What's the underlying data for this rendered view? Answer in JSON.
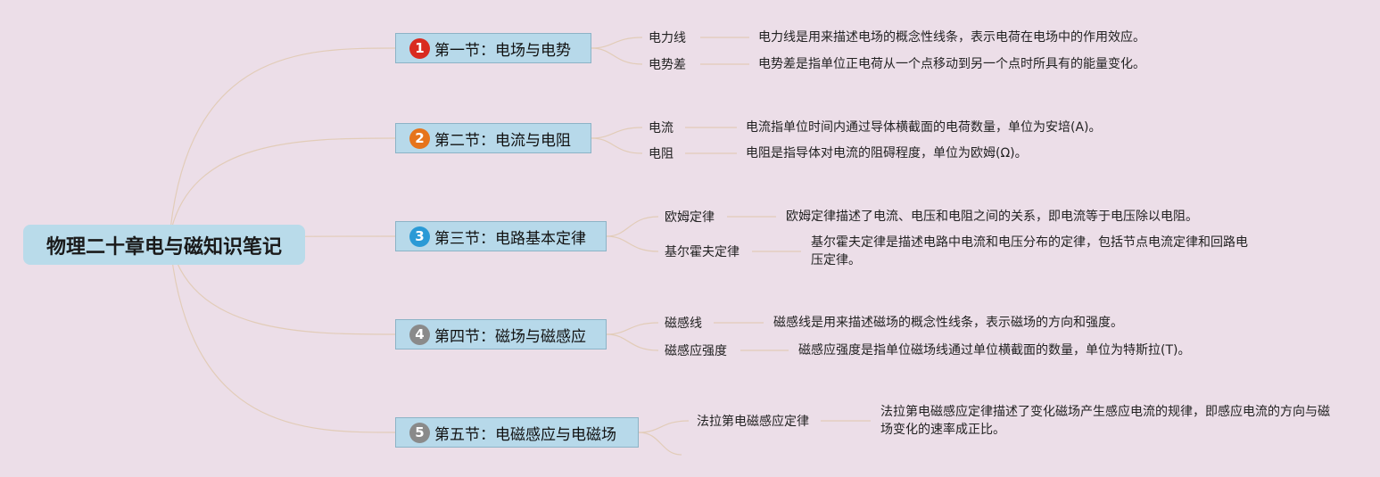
{
  "title": "物理二十章电与磁知识笔记",
  "colors": {
    "background": "#ecdee8",
    "root_fill": "#b9dbea",
    "section_fill": "#b7d9ea",
    "connector": "#e2ccb8"
  },
  "sections": [
    {
      "number": "1",
      "badge_color": "#d92b20",
      "label": "第一节：电场与电势",
      "items": [
        {
          "term": "电力线",
          "desc": "电力线是用来描述电场的概念性线条，表示电荷在电场中的作用效应。"
        },
        {
          "term": "电势差",
          "desc": "电势差是指单位正电荷从一个点移动到另一个点时所具有的能量变化。"
        }
      ]
    },
    {
      "number": "2",
      "badge_color": "#e6741c",
      "label": "第二节：电流与电阻",
      "items": [
        {
          "term": "电流",
          "desc": "电流指单位时间内通过导体横截面的电荷数量，单位为安培(A)。"
        },
        {
          "term": "电阻",
          "desc": "电阻是指导体对电流的阻碍程度，单位为欧姆(Ω)。"
        }
      ]
    },
    {
      "number": "3",
      "badge_color": "#2a9ad6",
      "label": "第三节：电路基本定律",
      "items": [
        {
          "term": "欧姆定律",
          "desc": "欧姆定律描述了电流、电压和电阻之间的关系，即电流等于电压除以电阻。"
        },
        {
          "term": "基尔霍夫定律",
          "desc": "基尔霍夫定律是描述电路中电流和电压分布的定律，包括节点电流定律和回路电压定律。"
        }
      ]
    },
    {
      "number": "4",
      "badge_color": "#8a8a8a",
      "label": "第四节：磁场与磁感应",
      "items": [
        {
          "term": "磁感线",
          "desc": "磁感线是用来描述磁场的概念性线条，表示磁场的方向和强度。"
        },
        {
          "term": "磁感应强度",
          "desc": "磁感应强度是指单位磁场线通过单位横截面的数量，单位为特斯拉(T)。"
        }
      ]
    },
    {
      "number": "5",
      "badge_color": "#8a8a8a",
      "label": "第五节：电磁感应与电磁场",
      "items": [
        {
          "term": "法拉第电磁感应定律",
          "desc": "法拉第电磁感应定律描述了变化磁场产生感应电流的规律，即感应电流的方向与磁场变化的速率成正比。"
        }
      ]
    }
  ]
}
